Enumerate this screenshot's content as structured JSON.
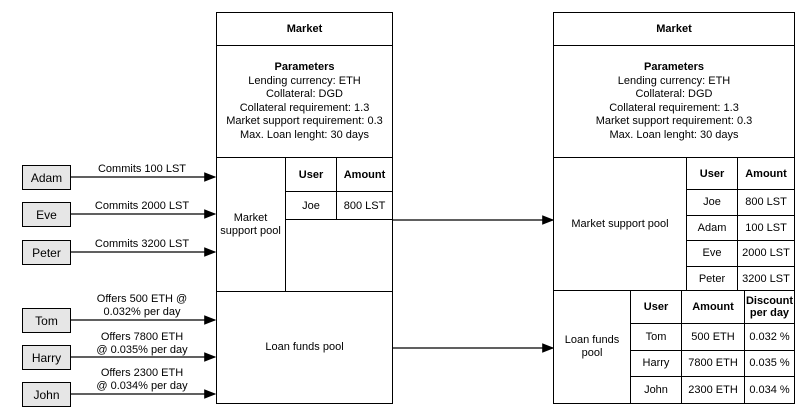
{
  "users_left": {
    "lenders": [
      "Adam",
      "Eve",
      "Peter"
    ],
    "lender_actions": [
      "Commits 100 LST",
      "Commits 2000 LST",
      "Commits 3200 LST"
    ],
    "borrowers": [
      "Tom",
      "Harry",
      "John"
    ],
    "borrower_actions": [
      [
        "Offers 500 ETH @",
        "0.032% per day"
      ],
      [
        "Offers 7800 ETH",
        "@ 0.035% per day"
      ],
      [
        "Offers 2300 ETH",
        "@ 0.034% per day"
      ]
    ]
  },
  "market_left": {
    "title": "Market",
    "params_heading": "Parameters",
    "params": [
      "Lending currency: ETH",
      "Collateral: DGD",
      "Collateral requirement: 1.3",
      "Market support requirement: 0.3",
      "Max. Loan lenght: 30 days"
    ],
    "support_pool_label": [
      "Market",
      "support pool"
    ],
    "support_table": {
      "headers": [
        "User",
        "Amount"
      ],
      "rows": [
        [
          "Joe",
          "800 LST"
        ]
      ]
    },
    "loan_pool_label": "Loan funds pool"
  },
  "market_right": {
    "title": "Market",
    "params_heading": "Parameters",
    "params": [
      "Lending currency: ETH",
      "Collateral: DGD",
      "Collateral requirement: 1.3",
      "Market support requirement: 0.3",
      "Max. Loan lenght: 30 days"
    ],
    "support_pool_label": "Market support pool",
    "support_table": {
      "headers": [
        "User",
        "Amount"
      ],
      "rows": [
        [
          "Joe",
          "800 LST"
        ],
        [
          "Adam",
          "100 LST"
        ],
        [
          "Eve",
          "2000 LST"
        ],
        [
          "Peter",
          "3200 LST"
        ]
      ]
    },
    "loan_pool_label": [
      "Loan funds",
      "pool"
    ],
    "loan_table": {
      "headers": [
        "User",
        "Amount",
        [
          "Discount",
          "per day"
        ]
      ],
      "rows": [
        [
          "Tom",
          "500 ETH",
          "0.032 %"
        ],
        [
          "Harry",
          "7800 ETH",
          "0.035 %"
        ],
        [
          "John",
          "2300 ETH",
          "0.034 %"
        ]
      ]
    }
  }
}
